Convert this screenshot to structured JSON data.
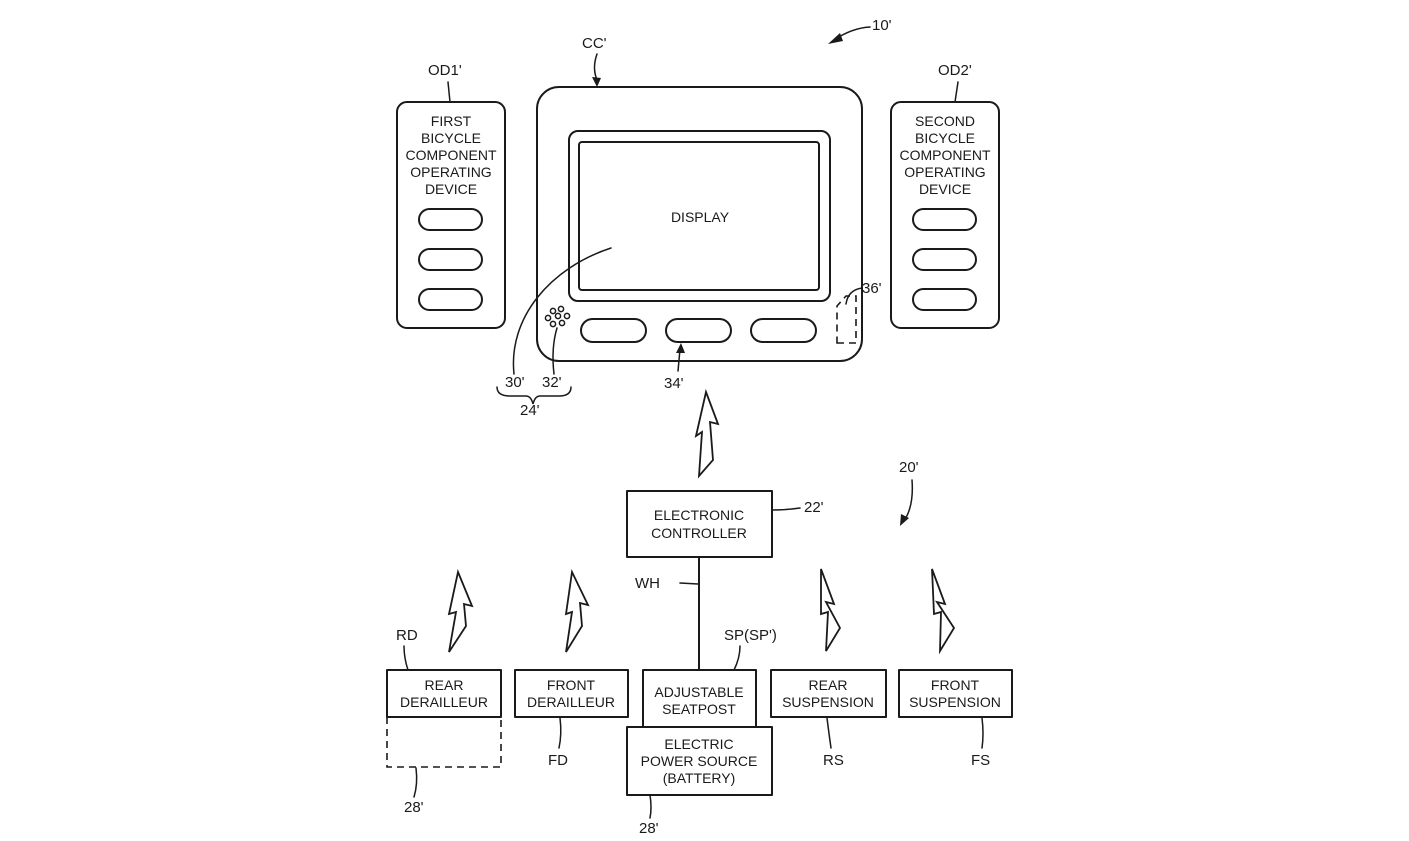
{
  "refs": {
    "system_top": "10'",
    "cycle_computer": "CC'",
    "first_device": "OD1'",
    "second_device": "OD2'",
    "display_ref": "30'",
    "speaker_ref": "32'",
    "brace_ref": "24'",
    "buttons_ref": "34'",
    "slot_ref": "36'",
    "system_bottom": "20'",
    "controller_ref": "22'",
    "wire": "WH",
    "rear_derailleur": "RD",
    "seatpost_ref": "SP(SP')",
    "front_derailleur": "FD",
    "rear_suspension": "RS",
    "front_suspension": "FS",
    "battery_ref_left": "28'",
    "battery_ref_center": "28'"
  },
  "first_device": {
    "lines": [
      "FIRST",
      "BICYCLE",
      "COMPONENT",
      "OPERATING",
      "DEVICE"
    ]
  },
  "second_device": {
    "lines": [
      "SECOND",
      "BICYCLE",
      "COMPONENT",
      "OPERATING",
      "DEVICE"
    ]
  },
  "display_label": "DISPLAY",
  "controller": {
    "lines": [
      "ELECTRONIC",
      "CONTROLLER"
    ]
  },
  "rear_derailleur_box": {
    "lines": [
      "REAR",
      "DERAILLEUR"
    ]
  },
  "front_derailleur_box": {
    "lines": [
      "FRONT",
      "DERAILLEUR"
    ]
  },
  "seatpost_box": {
    "lines": [
      "ADJUSTABLE",
      "SEATPOST"
    ]
  },
  "battery_box": {
    "lines": [
      "ELECTRIC",
      "POWER SOURCE",
      "(BATTERY)"
    ]
  },
  "rear_suspension_box": {
    "lines": [
      "REAR",
      "SUSPENSION"
    ]
  },
  "front_suspension_box": {
    "lines": [
      "FRONT",
      "SUSPENSION"
    ]
  }
}
